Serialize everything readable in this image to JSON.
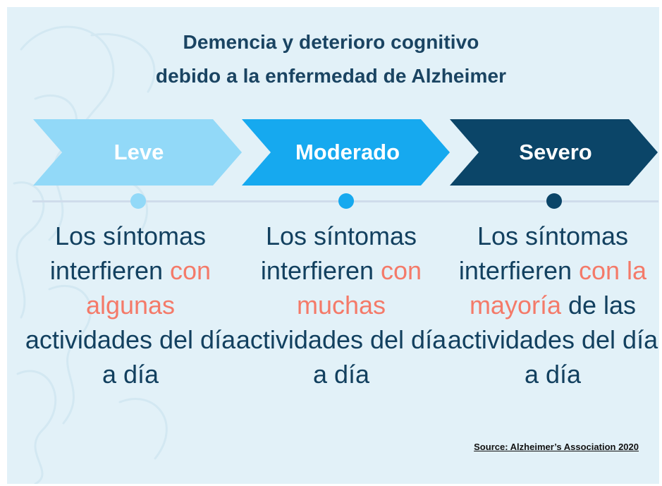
{
  "title": {
    "line1": "Demencia y deterioro cognitivo",
    "line2": "debido a la enfermedad de Alzheimer"
  },
  "colors": {
    "background": "#e2f1f8",
    "title": "#1a4462",
    "text": "#12405f",
    "highlight": "#f47a69",
    "stage_leve": "#92d9f8",
    "stage_moderado": "#16a9ef",
    "stage_severo": "#0b4568",
    "timeline": "#cfdceb"
  },
  "stages": [
    {
      "label": "Leve",
      "desc_pre": "Los síntomas interfieren ",
      "desc_highlight": "con algunas",
      "desc_post": " actividades del día a día"
    },
    {
      "label": "Moderado",
      "desc_pre": "Los síntomas interfieren ",
      "desc_highlight": "con muchas",
      "desc_post": " actividades del día a día"
    },
    {
      "label": "Severo",
      "desc_pre": "Los síntomas interfieren ",
      "desc_highlight": "con la mayoría",
      "desc_post": " de las actividades del día a día"
    }
  ],
  "source": "Source: Alzheimer’s Association 2020"
}
